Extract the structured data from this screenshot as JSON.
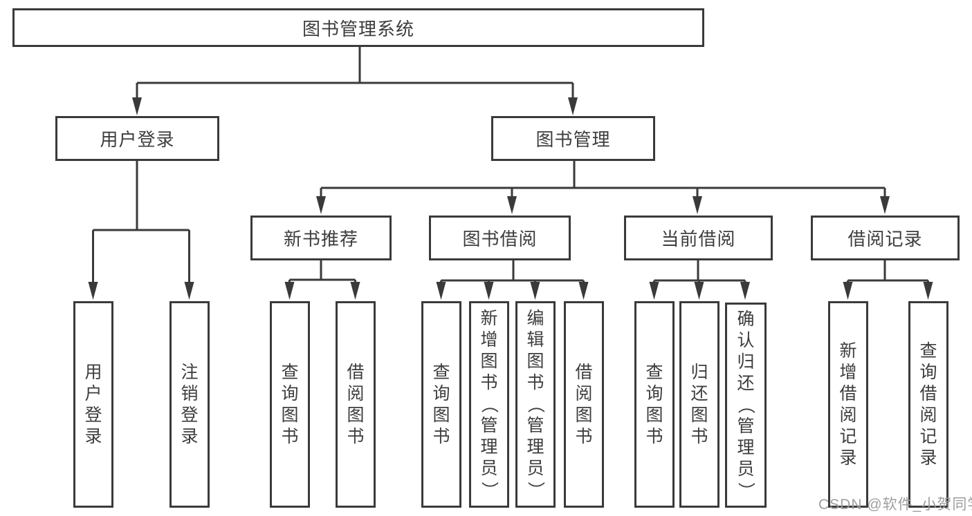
{
  "tree": {
    "label": "图书管理系统",
    "children": [
      {
        "label": "用户登录",
        "children": [
          {
            "label": "用户登录"
          },
          {
            "label": "注销登录"
          }
        ]
      },
      {
        "label": "图书管理",
        "children": [
          {
            "label": "新书推荐",
            "children": [
              {
                "label": "查询图书"
              },
              {
                "label": "借阅图书"
              }
            ]
          },
          {
            "label": "图书借阅",
            "children": [
              {
                "label": "查询图书"
              },
              {
                "label": "新增图书（管理员）"
              },
              {
                "label": "编辑图书（管理员）"
              },
              {
                "label": "借阅图书"
              }
            ]
          },
          {
            "label": "当前借阅",
            "children": [
              {
                "label": "查询图书"
              },
              {
                "label": "归还图书"
              },
              {
                "label": "确认归还（管理员）"
              }
            ]
          },
          {
            "label": "借阅记录",
            "children": [
              {
                "label": "新增借阅记录"
              },
              {
                "label": "查询借阅记录"
              }
            ]
          }
        ]
      }
    ]
  },
  "watermark": "CSDN @软件_小贺同学",
  "colors": {
    "line": "#3a3a3a",
    "text": "#3d3d3d",
    "watermark": "#9e9ea0",
    "background": "#ffffff"
  }
}
